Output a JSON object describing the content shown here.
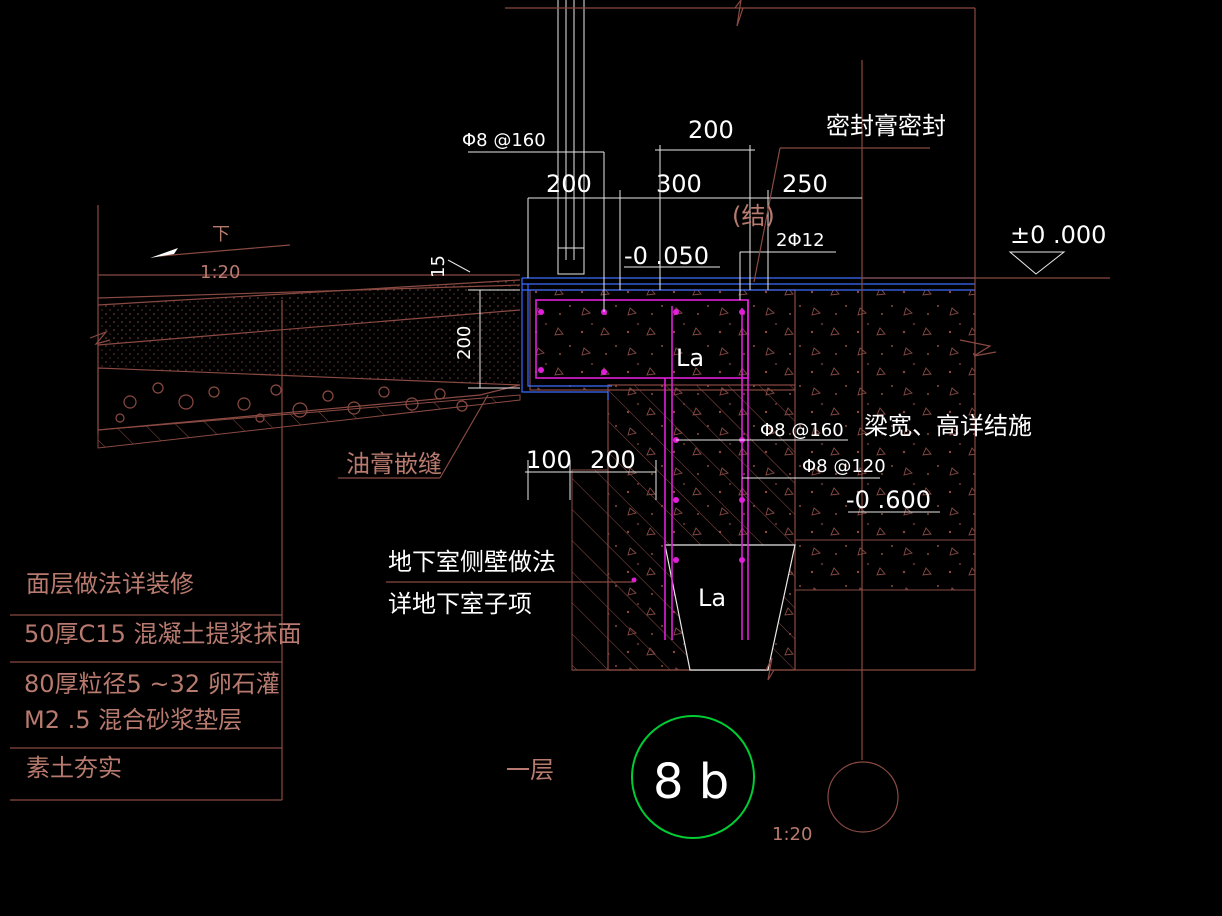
{
  "view": {
    "title": "8 b",
    "scale": "1:20",
    "floor": "一层"
  },
  "legend": {
    "layers": [
      "面层做法详装修",
      "50厚C15 混凝土提浆抹面",
      "80厚粒径5 ~32 卵石灌",
      "M2 .5 混合砂浆垫层",
      "素土夯实"
    ]
  },
  "annotations": {
    "rebar_top": "Φ8 @160",
    "seal": "密封膏密封",
    "structure": "(结)",
    "rebar_2phi12": "2Φ12",
    "elev_pm0": "±0 .000",
    "elev_m0050": "-0 .050",
    "elev_m0600": "-0 .600",
    "slope_arrow": "下",
    "slope_ratio": "1:20",
    "dim_15": "15",
    "dim_200_vert": "200",
    "dim_200_top": "200",
    "dim_200": "200",
    "dim_300": "300",
    "dim_250": "250",
    "dim_100": "100",
    "dim_200_b": "200",
    "rebar_phi8_160": "Φ8 @160",
    "rebar_phi8_120": "Φ8 @120",
    "beam_note": "梁宽、高详结施",
    "la_1": "La",
    "la_2": "La",
    "oil_joint": "油膏嵌缝",
    "wall_note_1": "地下室侧壁做法",
    "wall_note_2": "详地下室子项"
  },
  "colors": {
    "background": "#000000",
    "linework": "#8a4a42",
    "rebar": "#e020d8",
    "waterproof": "#3a6cff",
    "callout_circle": "#00cc33",
    "text": "#ffffff"
  }
}
